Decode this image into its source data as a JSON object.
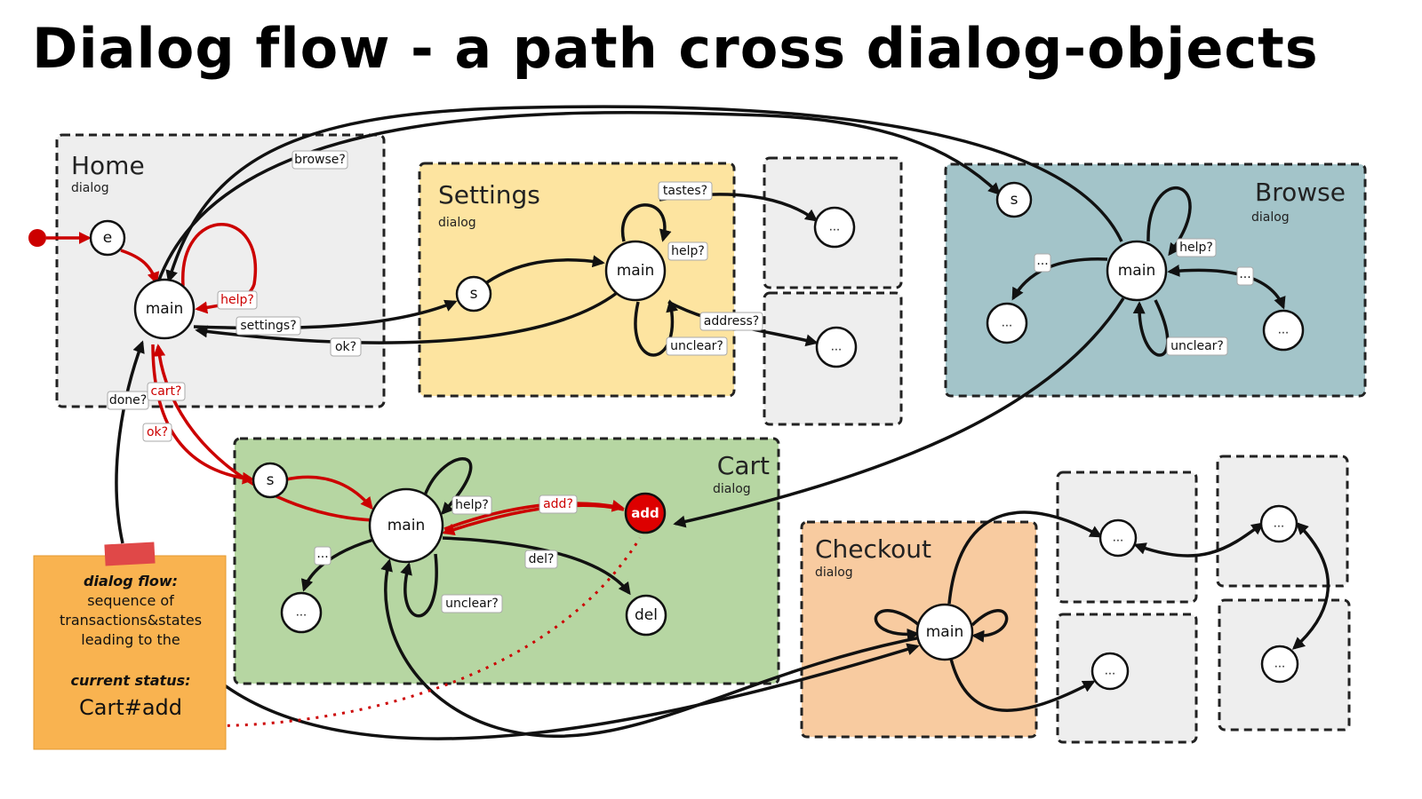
{
  "title": "Dialog flow - a path cross dialog-objects",
  "colors": {
    "home": "#eeeeee",
    "settings": "#fde4a0",
    "browse": "#a3c4c9",
    "cart": "#b6d6a2",
    "checkout": "#f8cba0",
    "sub": "#eeeeee",
    "note": "#f9b350",
    "note_tape": "#e04848",
    "active": "#dd0000",
    "path": "#cc0000"
  },
  "dialogs": {
    "home": {
      "name": "Home",
      "type": "dialog"
    },
    "settings": {
      "name": "Settings",
      "type": "dialog"
    },
    "browse": {
      "name": "Browse",
      "type": "dialog"
    },
    "cart": {
      "name": "Cart",
      "type": "dialog"
    },
    "checkout": {
      "name": "Checkout",
      "type": "dialog"
    }
  },
  "nodes": {
    "e": "e",
    "main": "main",
    "s": "s",
    "add": "add",
    "del": "del",
    "dots": "..."
  },
  "edges": {
    "browse": "browse?",
    "help": "help?",
    "settings": "settings?",
    "ok": "ok?",
    "done": "done?",
    "cart": "cart?",
    "tastes": "tastes?",
    "address": "address?",
    "unclear": "unclear?",
    "add": "add?",
    "del": "del?",
    "dots": "..."
  },
  "note": {
    "heading": "dialog flow:",
    "line1": "sequence of",
    "line2": "transactions&states",
    "line3": "leading to the",
    "status_label": "current status:",
    "status_value": "Cart#add"
  }
}
